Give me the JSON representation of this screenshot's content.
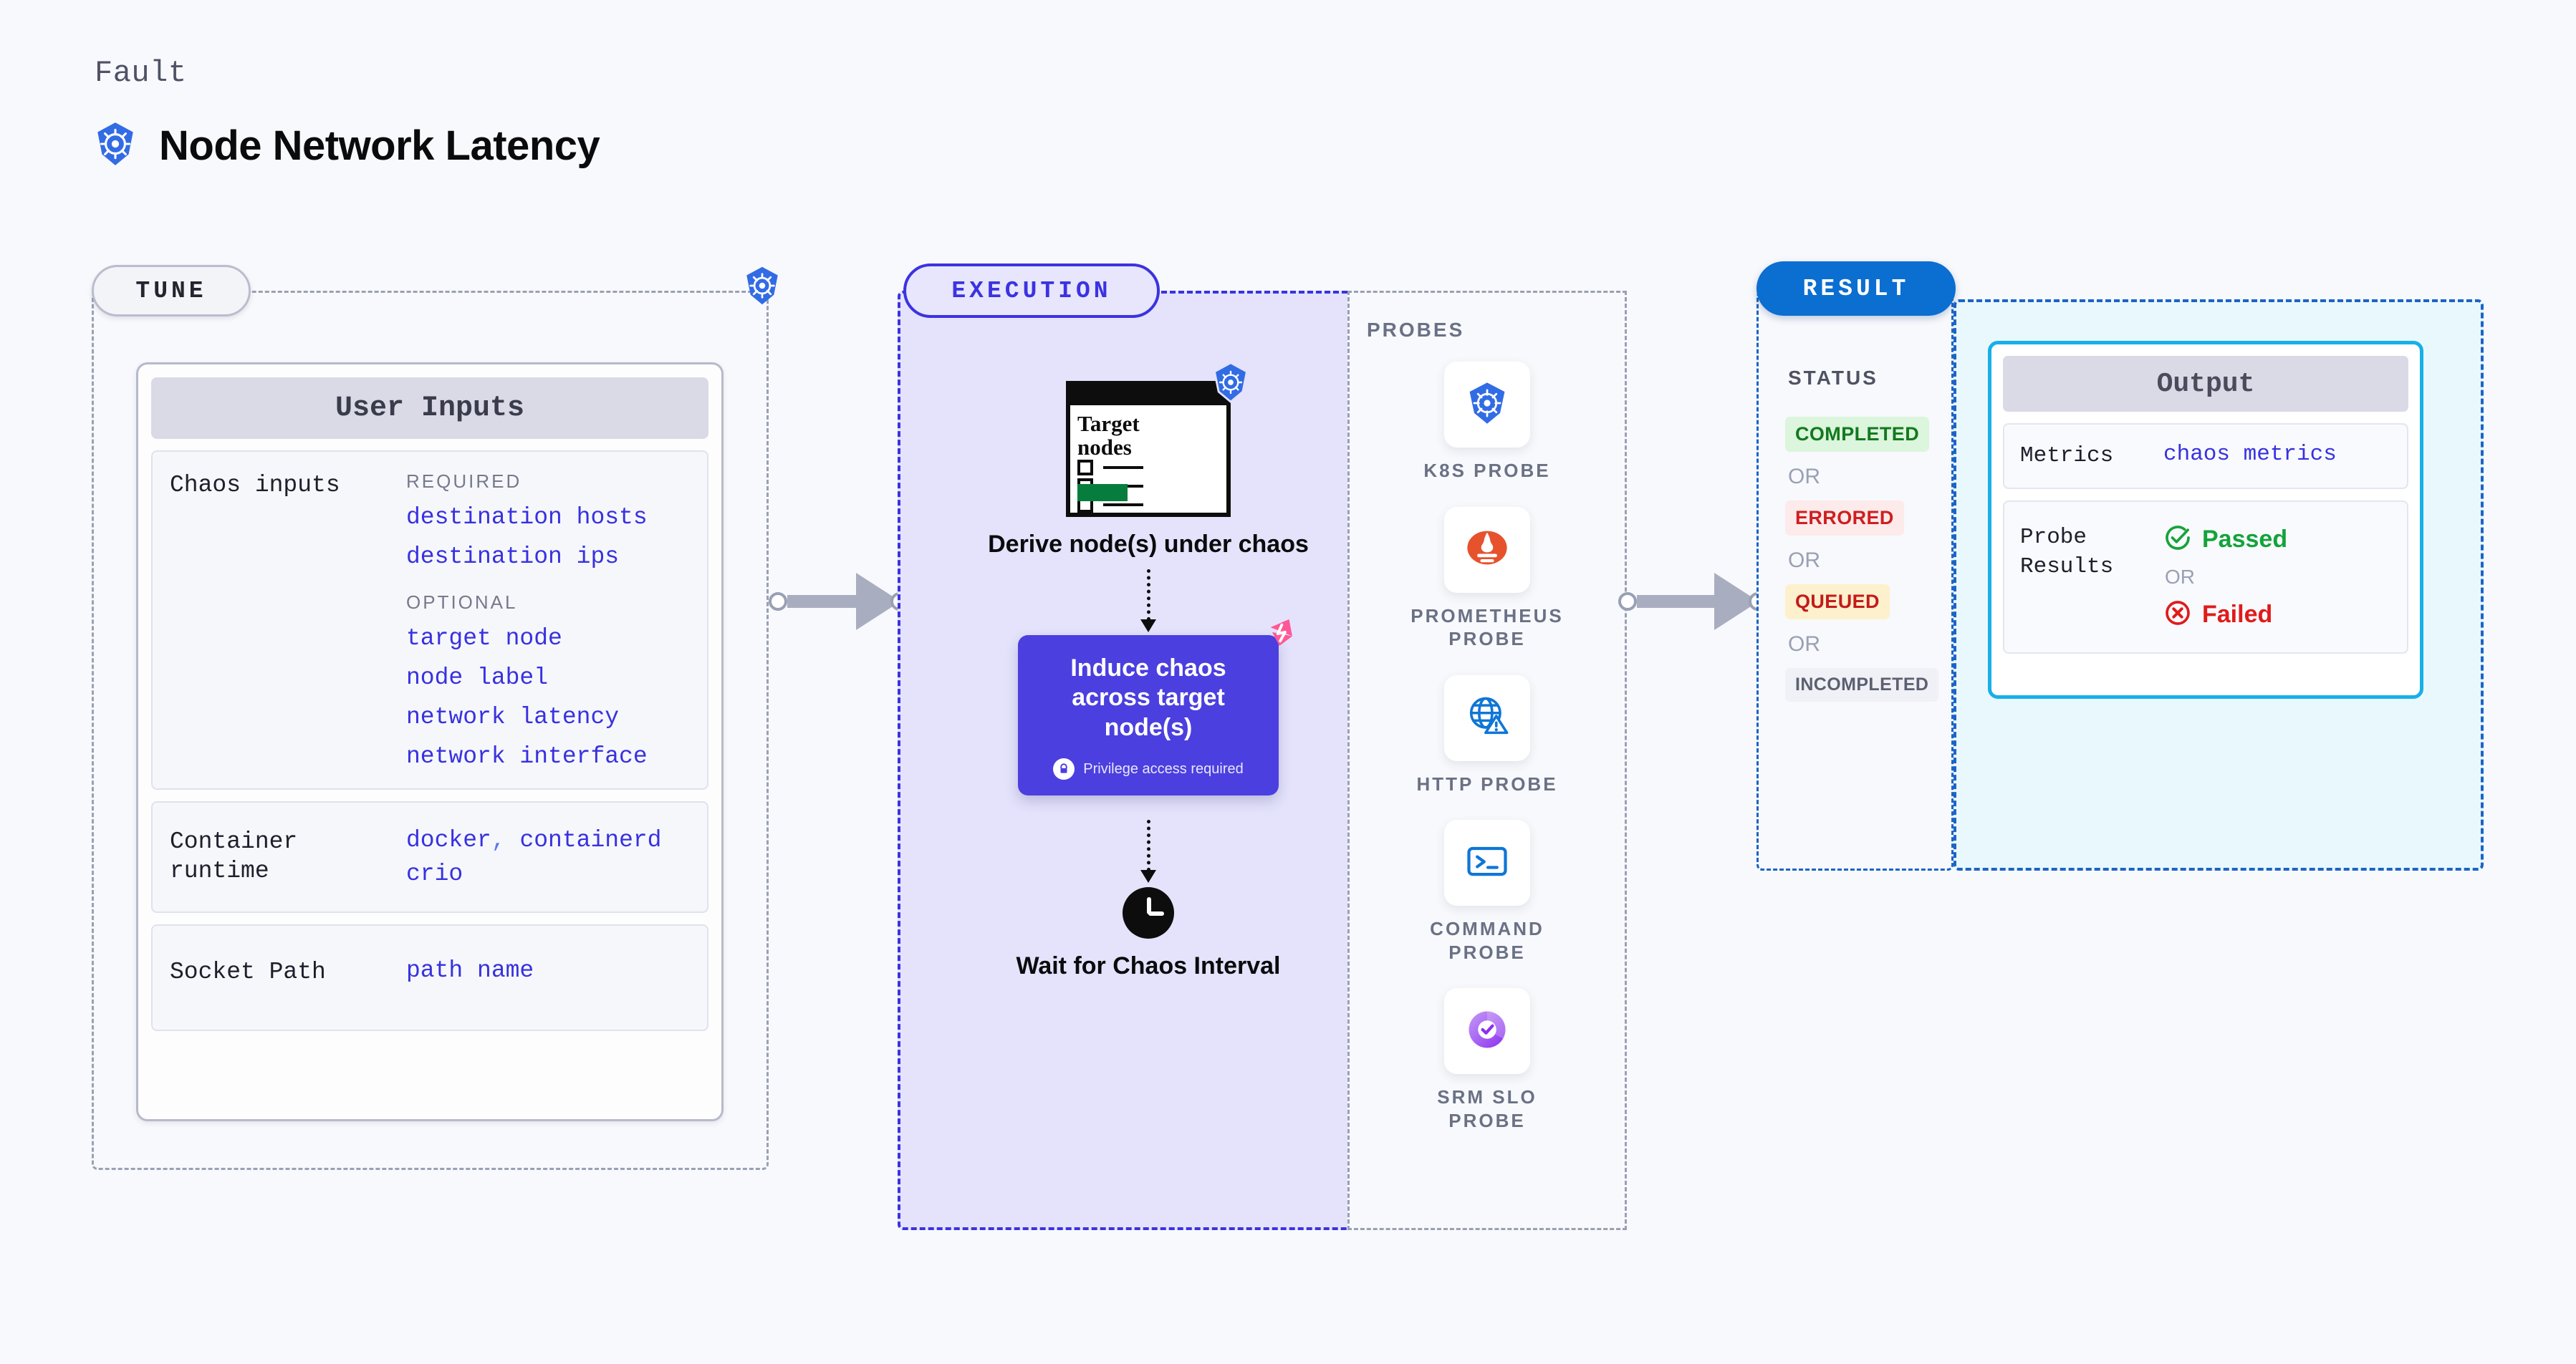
{
  "header": {
    "eyebrow": "Fault",
    "title": "Node Network Latency",
    "icon": "kubernetes-icon"
  },
  "tune": {
    "pill_label": "TUNE",
    "badge_icon": "kubernetes-icon",
    "card_title": "User Inputs",
    "rows": [
      {
        "label": "Chaos inputs",
        "groups": [
          {
            "title": "REQUIRED",
            "values": [
              "destination hosts",
              "destination ips"
            ]
          },
          {
            "title": "OPTIONAL",
            "values": [
              "target node",
              "node label",
              "network latency",
              "network interface"
            ]
          }
        ]
      },
      {
        "label": "Container runtime",
        "values_line1": "docker",
        "values_sep": ",",
        "values_line1b": "containerd",
        "values_line2": "crio"
      },
      {
        "label": "Socket Path",
        "value": "path name"
      }
    ]
  },
  "execution": {
    "pill_label": "EXECUTION",
    "flow": {
      "node_card": {
        "title_line1": "Target",
        "title_line2": "nodes",
        "badge_icon": "kubernetes-icon"
      },
      "step1_caption": "Derive node(s) under chaos",
      "step2_title": "Induce chaos across target node(s)",
      "step2_privilege": "Privilege access required",
      "step2_badge_icon": "harness-icon",
      "step2_lock_icon": "lock-icon",
      "step3_icon": "clock-icon",
      "step3_caption": "Wait for Chaos Interval"
    },
    "probes_title": "PROBES",
    "probes": [
      {
        "label": "K8S PROBE",
        "icon": "kubernetes-icon"
      },
      {
        "label": "PROMETHEUS PROBE",
        "icon": "prometheus-icon"
      },
      {
        "label": "HTTP PROBE",
        "icon": "globe-warning-icon"
      },
      {
        "label": "COMMAND PROBE",
        "icon": "terminal-icon"
      },
      {
        "label": "SRM SLO PROBE",
        "icon": "srm-slo-icon"
      }
    ]
  },
  "result": {
    "pill_label": "RESULT",
    "status_title": "STATUS",
    "or_label": "OR",
    "statuses": [
      {
        "label": "COMPLETED",
        "bg": "#dcf5dd",
        "fg": "#127a1d"
      },
      {
        "label": "ERRORED",
        "bg": "#fdeaea",
        "fg": "#ce1f1f"
      },
      {
        "label": "QUEUED",
        "bg": "#fdf0cc",
        "fg": "#c41a1a"
      },
      {
        "label": "INCOMPLETED",
        "bg": "#f0f1f6",
        "fg": "#5c6070"
      }
    ],
    "output": {
      "card_title": "Output",
      "metrics_label": "Metrics",
      "metrics_value": "chaos metrics",
      "probe_results_label": "Probe Results",
      "passed_label": "Passed",
      "passed_icon": "check-circle-icon",
      "or_label": "OR",
      "failed_label": "Failed",
      "failed_icon": "x-circle-icon"
    }
  },
  "colors": {
    "page_bg": "#f8f9fc",
    "tune_border": "#9aa0b4",
    "exec_border": "#3b33e0",
    "exec_bg": "#e4e3fb",
    "result_border": "#1c64c4",
    "output_bg": "#e9f8fd",
    "output_card_border": "#17b0e8",
    "accent_value": "#3831e0",
    "chaos_box": "#4b3fe0",
    "harness_pink": "#ff5896",
    "k8s_blue": "#326ce5"
  }
}
